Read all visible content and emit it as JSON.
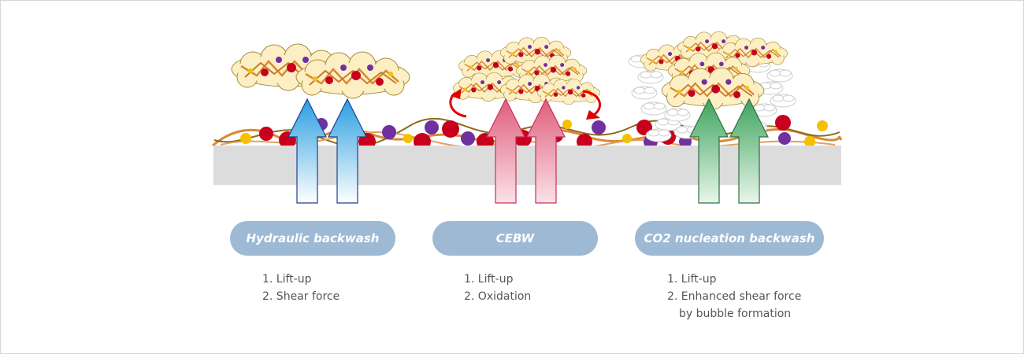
{
  "methods": [
    {
      "title": "Hydraulic backwash",
      "points": [
        "1. Lift-up",
        "2. Shear force"
      ],
      "arrow_color": "#5ab4e6"
    },
    {
      "title": "CEBW",
      "points": [
        "1. Lift-up",
        "2. Oxidation"
      ],
      "arrow_color": "#e06a86"
    },
    {
      "title": "CO2 nucleation backwash",
      "points": [
        "1. Lift-up",
        "2. Enhanced shear force",
        "by bubble formation"
      ],
      "arrow_color": "#4aa868"
    }
  ],
  "colors": {
    "membrane": "#dcdcdc",
    "pill": "#9db9d4",
    "foulant_cloud": "#fcefc4",
    "fiber": "#d98a35",
    "particle_red": "#c8001e",
    "particle_purple": "#7030a0",
    "particle_yellow": "#f5c000"
  }
}
